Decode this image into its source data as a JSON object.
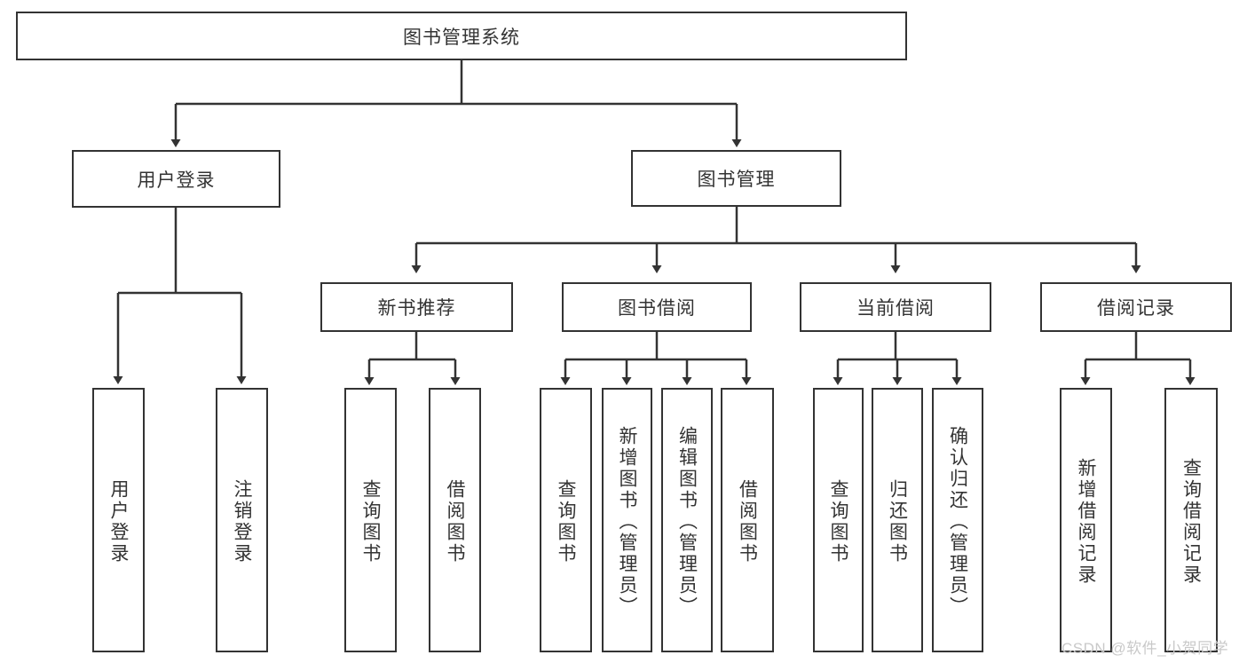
{
  "diagram": {
    "title_text": "图书管理系统",
    "type": "tree-hierarchy-diagram",
    "colors": {
      "box_border": "#333333",
      "box_fill": "#ffffff",
      "connector": "#333333",
      "text": "#333333",
      "watermark": "#c9c9c9",
      "background": "#ffffff"
    },
    "root": {
      "label": "图书管理系统"
    },
    "level2": [
      {
        "label": "用户登录"
      },
      {
        "label": "图书管理"
      }
    ],
    "level3": [
      {
        "label": "新书推荐"
      },
      {
        "label": "图书借阅"
      },
      {
        "label": "当前借阅"
      },
      {
        "label": "借阅记录"
      }
    ],
    "leaves": {
      "user_login": [
        {
          "label": "用户登录"
        },
        {
          "label": "注销登录"
        }
      ],
      "new_book_recommend": [
        {
          "label": "查询图书"
        },
        {
          "label": "借阅图书"
        }
      ],
      "book_borrow": [
        {
          "label": "查询图书"
        },
        {
          "label": "新增图书（管理员）"
        },
        {
          "label": "编辑图书（管理员）"
        },
        {
          "label": "借阅图书"
        }
      ],
      "current_borrow": [
        {
          "label": "查询图书"
        },
        {
          "label": "归还图书"
        },
        {
          "label": "确认归还（管理员）"
        }
      ],
      "borrow_record": [
        {
          "label": "新增借阅记录"
        },
        {
          "label": "查询借阅记录"
        }
      ]
    },
    "watermark": {
      "text": "CSDN @软件_小贺同学"
    }
  }
}
